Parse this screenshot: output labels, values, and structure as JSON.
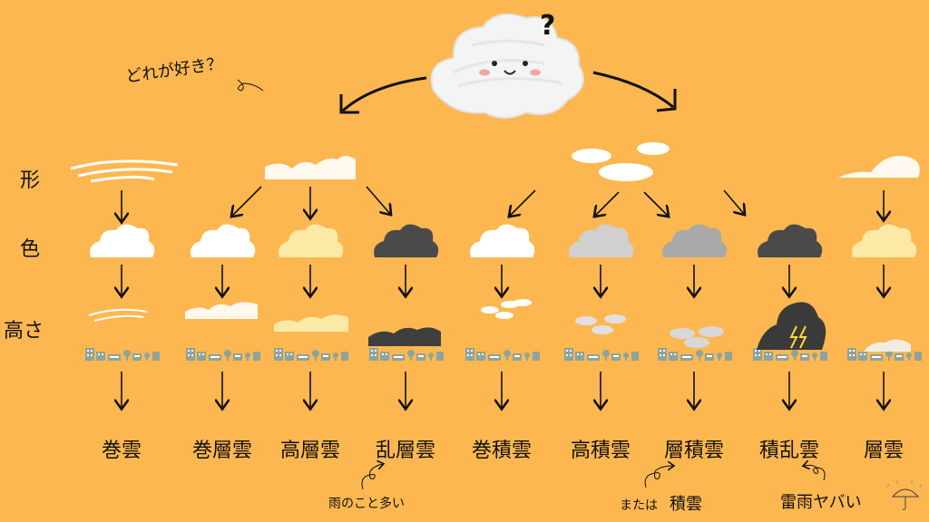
{
  "question": "どれが好き？",
  "rows": {
    "shape": "形",
    "color": "色",
    "height": "高さ"
  },
  "clouds": [
    {
      "name": "巻雲",
      "color": "#FFFFFF"
    },
    {
      "name": "巻層雲",
      "color": "#FFFFFF"
    },
    {
      "name": "高層雲",
      "color": "#FCE9A6"
    },
    {
      "name": "乱層雲",
      "color": "#4A4A4A"
    },
    {
      "name": "巻積雲",
      "color": "#FFFFFF"
    },
    {
      "name": "高積雲",
      "color": "#D0D0D0"
    },
    {
      "name": "層積雲",
      "color": "#A8A8A8"
    },
    {
      "name": "積乱雲",
      "color": "#4A4A4A"
    },
    {
      "name": "層雲",
      "color": "#FCE9A6"
    }
  ],
  "notes": {
    "rain": "雨のこと多い",
    "or_prefix": "または",
    "or_name": "積雲",
    "thunder": "雷雨ヤバい"
  },
  "colors": {
    "background": "#FDB751",
    "building": "#8FA39A"
  }
}
